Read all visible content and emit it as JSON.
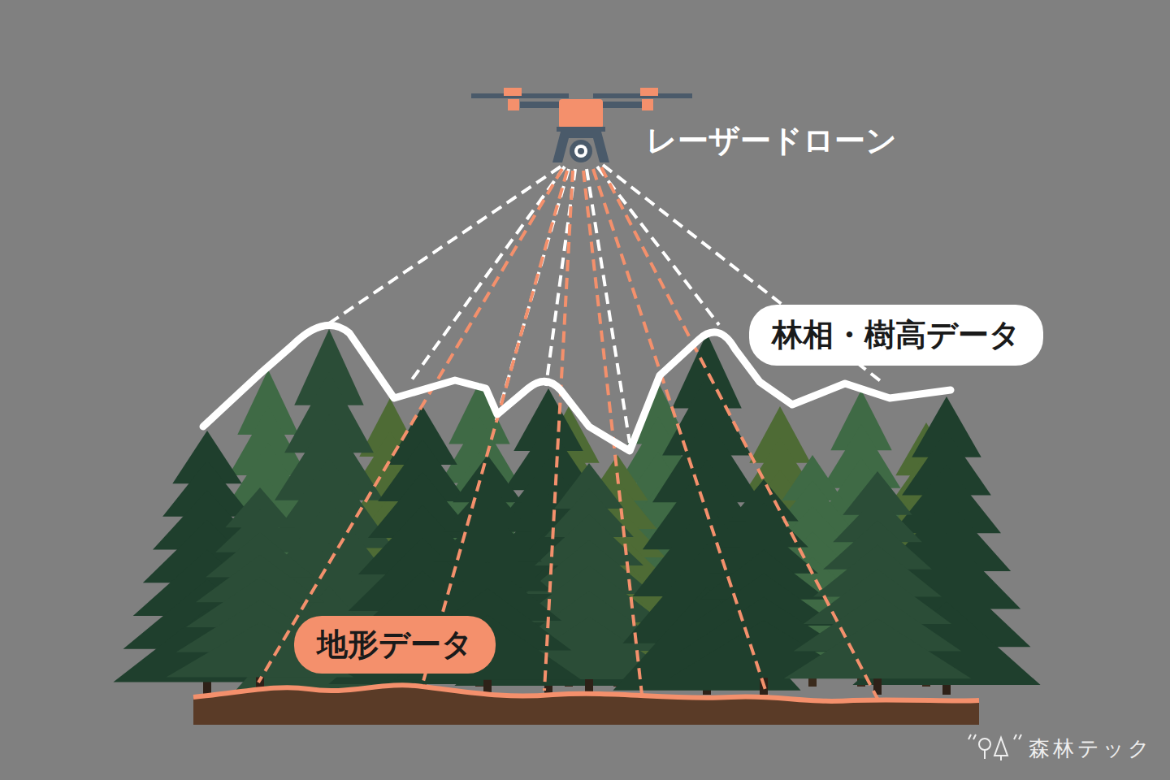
{
  "diagram": {
    "nodes": [
      {
        "text": [
          "林相・樹高データ"
        ]
      },
      {
        "text": [
          "地形データ"
        ]
      }
    ],
    "labels": [
      "レーザードローン",
      "森林テック"
    ]
  }
}
